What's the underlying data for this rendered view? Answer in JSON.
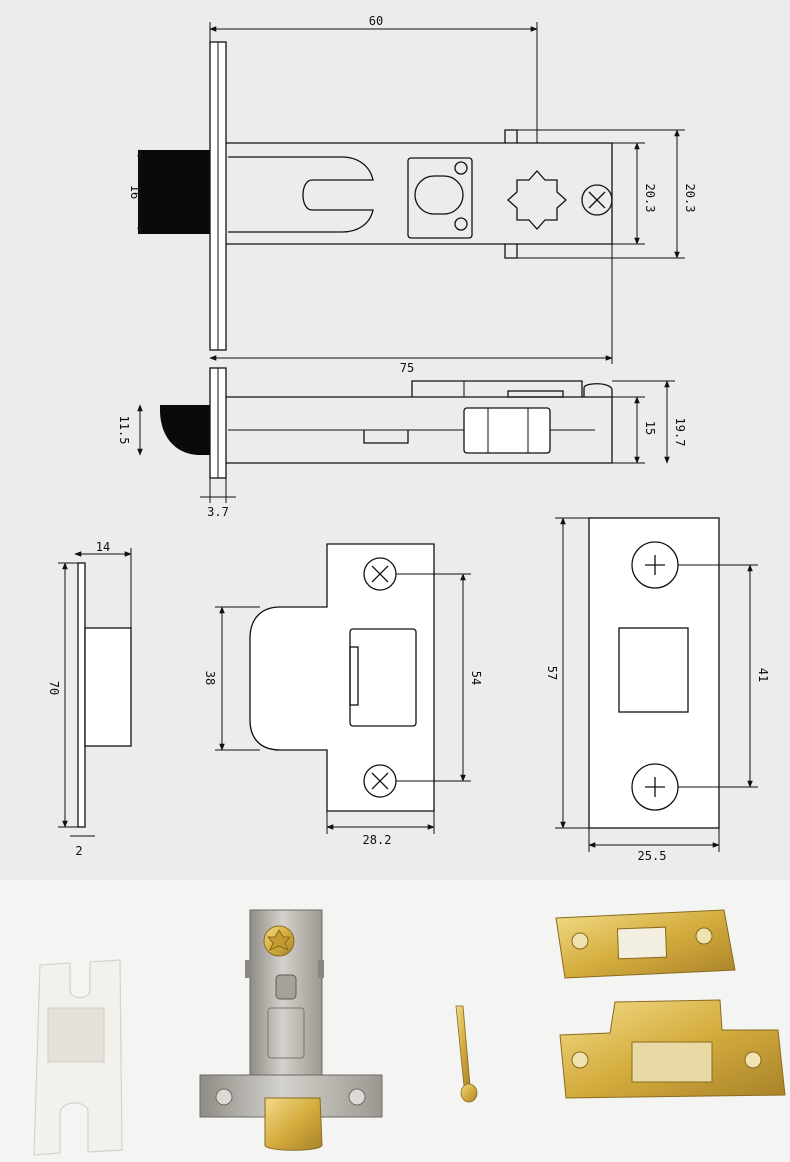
{
  "dimensions": {
    "top_width": "60",
    "top_length": "75",
    "top_latch_height": "16",
    "top_height_a": "20.3",
    "top_height_b": "20.3",
    "side_latch": "11.5",
    "side_height_a": "15",
    "side_height_b": "19.7",
    "faceplate_thickness": "3.7",
    "strike_side_width": "14",
    "strike_side_height": "70",
    "strike_side_thickness": "2",
    "strike_lip_height": "38",
    "strike_screw_spacing": "54",
    "strike_width": "28.2",
    "plate_height": "57",
    "plate_screw_spacing": "41",
    "plate_width": "25.5"
  },
  "colors": {
    "background": "#ececec",
    "line": "#111111",
    "latch": "#0a0a0a",
    "nickel": "#b9b6ae",
    "brass": "#d8b44a",
    "plastic": "#f2f1ec"
  }
}
